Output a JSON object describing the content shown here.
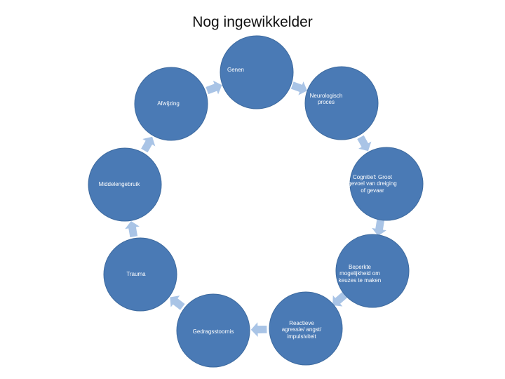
{
  "title": "Nog ingewikkelder",
  "nodes": [
    {
      "label": "Genen"
    },
    {
      "label": "Neurologisch proces"
    },
    {
      "label": "Cognitief: Groot gevoel van dreiging of gevaar"
    },
    {
      "label": "Beperkte mogelijkheid om keuzes te maken"
    },
    {
      "label": "Reactieve agressie/ angst/ impulsiviteit"
    },
    {
      "label": "Gedragsstoornis"
    },
    {
      "label": "Trauma"
    },
    {
      "label": "Middelengebruik"
    },
    {
      "label": "Afwijzing"
    }
  ],
  "colors": {
    "node": "#4a7ab5",
    "arrow": "#a9c4e6"
  }
}
